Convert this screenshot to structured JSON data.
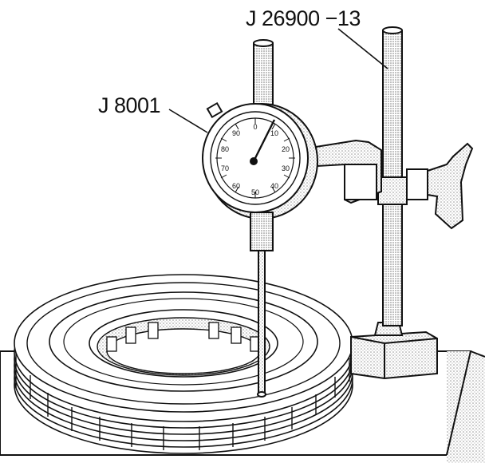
{
  "callouts": {
    "dial_indicator": "J 8001",
    "indicator_stand": "J 26900 −13"
  },
  "dial_face": {
    "numerals": [
      "0",
      "10",
      "20",
      "30",
      "40",
      "50",
      "60",
      "70",
      "80",
      "90"
    ]
  },
  "colors": {
    "line": "#111111",
    "stipple": "#9a9a9a",
    "paper": "#ffffff"
  }
}
